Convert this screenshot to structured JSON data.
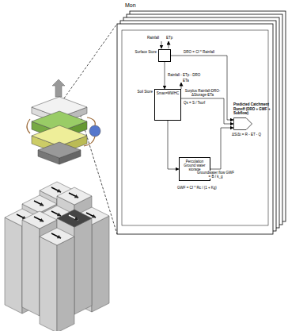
{
  "diagram": {
    "nodes": [
      {
        "text": [
          "Surface Store"
        ]
      },
      {
        "text": [
          "Soil Store",
          "Smax=MWHC"
        ]
      },
      {
        "text": [
          "Percolation",
          "Ground water storage"
        ]
      },
      {
        "text": [
          "Predicted Catchment Runoff (DRO + GWF + Subflow)",
          "ΔS/Δt = R - ET - Q"
        ]
      }
    ],
    "edges": [
      {
        "from": 0,
        "to": 3,
        "arrow": "to",
        "label": "DRO = Cf * Rainfall"
      },
      {
        "from": 0,
        "to": 1,
        "arrow": "to",
        "label": "Rainfall - ETp - DRO"
      },
      {
        "from": 1,
        "to": 3,
        "arrow": "to",
        "label": "Surplus Rainfall-DRO-ΔStorage-ETa"
      },
      {
        "from": 1,
        "to": 2,
        "arrow": "to"
      },
      {
        "from": 2,
        "to": 3,
        "arrow": "to",
        "label": "Groundwater flow GWF = B / k_g"
      }
    ],
    "labels": [
      "Mon",
      "Rainfall",
      "ETp",
      "ETa",
      "Qs = S / Tsurf",
      "GWF = Cf * Rc / (1 + Kg)"
    ]
  }
}
